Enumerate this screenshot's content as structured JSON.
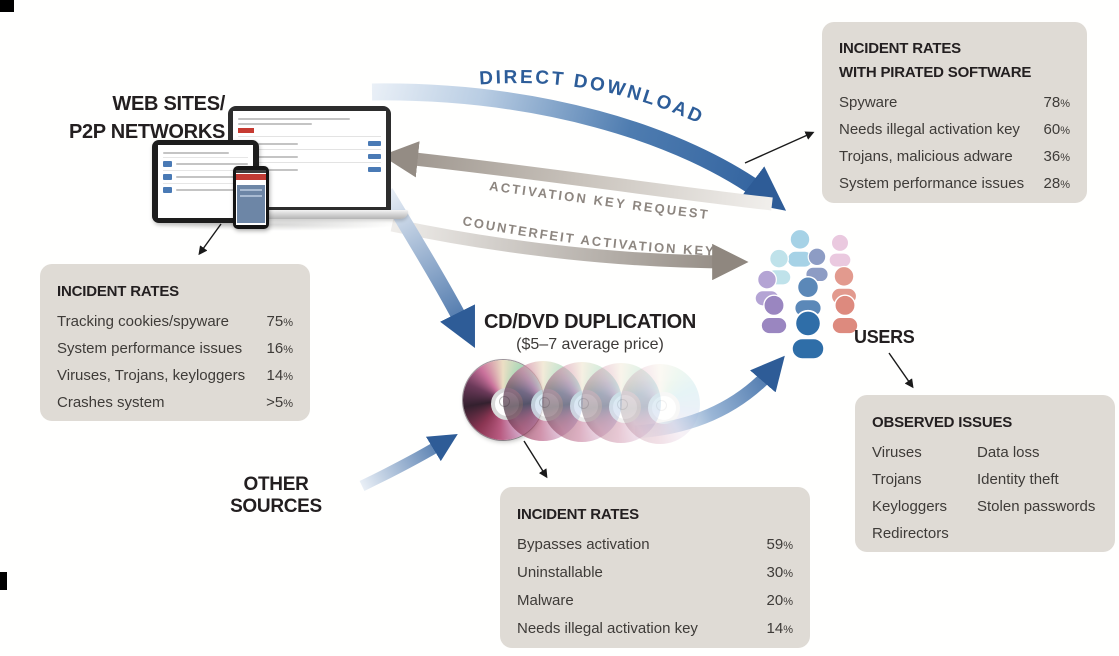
{
  "source": {
    "label_line1": "WEB SITES/",
    "label_line2": "P2P NETWORKS"
  },
  "arrows": {
    "direct_download": "DIRECT DOWNLOAD",
    "activation_key_request": "ACTIVATION KEY REQUEST",
    "counterfeit_activation_key": "COUNTERFEIT ACTIVATION KEY"
  },
  "cd": {
    "title": "CD/DVD DUPLICATION",
    "subtitle": "($5–7 average price)"
  },
  "other_sources": {
    "label": "OTHER SOURCES"
  },
  "users": {
    "label": "USERS",
    "icon_colors": [
      "#a6d2e6",
      "#eac9df",
      "#bfe2ea",
      "#8d9cc4",
      "#b4a4d4",
      "#e29a8e",
      "#5b88b8",
      "#9a86c0",
      "#dd8a7e",
      "#2f6ea8"
    ]
  },
  "boxes": {
    "web_incidents": {
      "title": "INCIDENT RATES",
      "rows": [
        {
          "label": "Tracking cookies/spyware",
          "num": "75",
          "unit": "%"
        },
        {
          "label": "System performance issues",
          "num": "16",
          "unit": "%"
        },
        {
          "label": "Viruses, Trojans, keyloggers",
          "num": "14",
          "unit": "%"
        },
        {
          "label": "Crashes system",
          "num": ">5",
          "unit": "%"
        }
      ]
    },
    "pirated_incidents": {
      "title_line1": "INCIDENT RATES",
      "title_line2": "WITH PIRATED SOFTWARE",
      "rows": [
        {
          "label": "Spyware",
          "num": "78",
          "unit": "%"
        },
        {
          "label": "Needs illegal activation key",
          "num": "60",
          "unit": "%"
        },
        {
          "label": "Trojans, malicious adware",
          "num": "36",
          "unit": "%"
        },
        {
          "label": "System performance issues",
          "num": "28",
          "unit": "%"
        }
      ]
    },
    "cd_incidents": {
      "title": "INCIDENT RATES",
      "rows": [
        {
          "label": "Bypasses activation",
          "num": "59",
          "unit": "%"
        },
        {
          "label": "Uninstallable",
          "num": "30",
          "unit": "%"
        },
        {
          "label": "Malware",
          "num": "20",
          "unit": "%"
        },
        {
          "label": "Needs illegal activation key",
          "num": "14",
          "unit": "%"
        }
      ]
    },
    "observed_issues": {
      "title": "OBSERVED ISSUES",
      "left_column": [
        "Viruses",
        "Trojans",
        "Keyloggers",
        "Redirectors"
      ],
      "right_column": [
        "Data loss",
        "Identity theft",
        "Stolen passwords"
      ]
    }
  },
  "colors": {
    "accent-blue": "#3e6ea6",
    "blue-text": "#2d5d99",
    "gray-arrow": "#9a928a",
    "gray-text": "#8d8680",
    "box-bg": "#dfdbd5",
    "ink": "#231f20",
    "body-text": "#3e3b38"
  }
}
